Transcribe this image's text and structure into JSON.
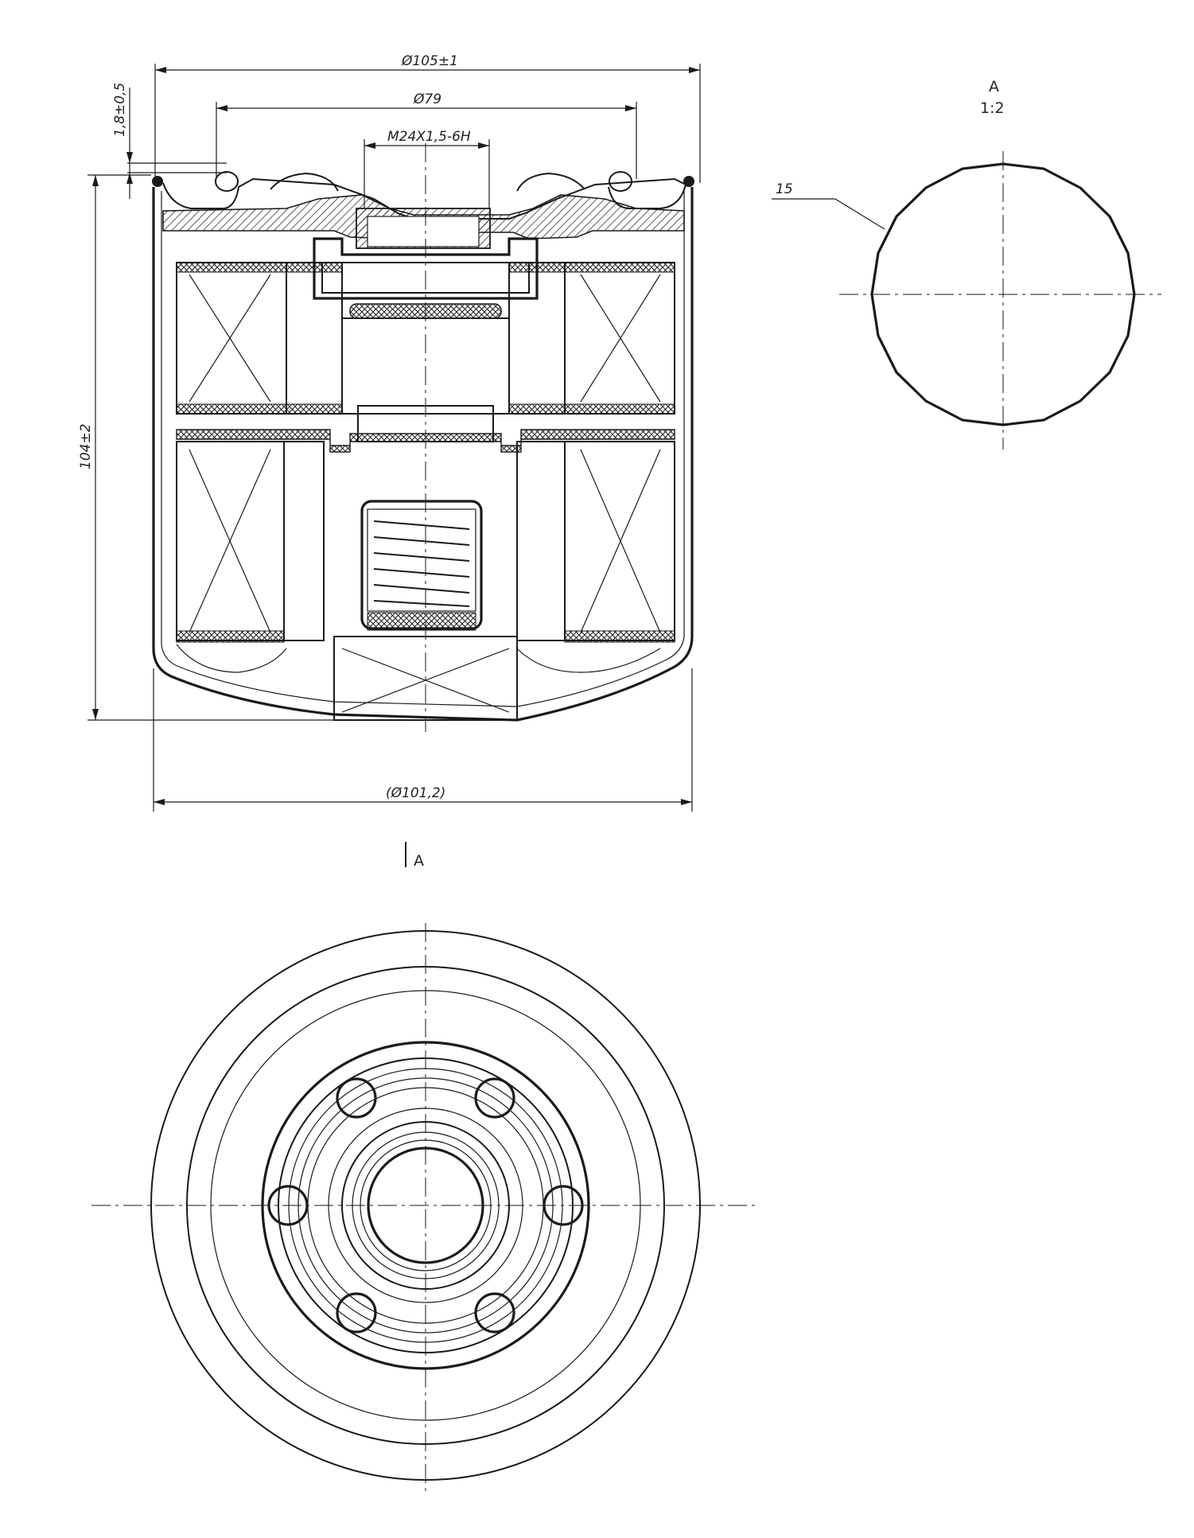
{
  "dimensions": {
    "overall_diameter": "Ø105±1",
    "gasket_diameter": "Ø79",
    "thread": "M24X1,5-6H",
    "gasket_height": "1,8±0,5",
    "height": "104±2",
    "body_diameter": "(Ø101,2)",
    "flat_width": "15"
  },
  "view": {
    "marker_label": "A",
    "title": "A",
    "scale": "1:2"
  }
}
